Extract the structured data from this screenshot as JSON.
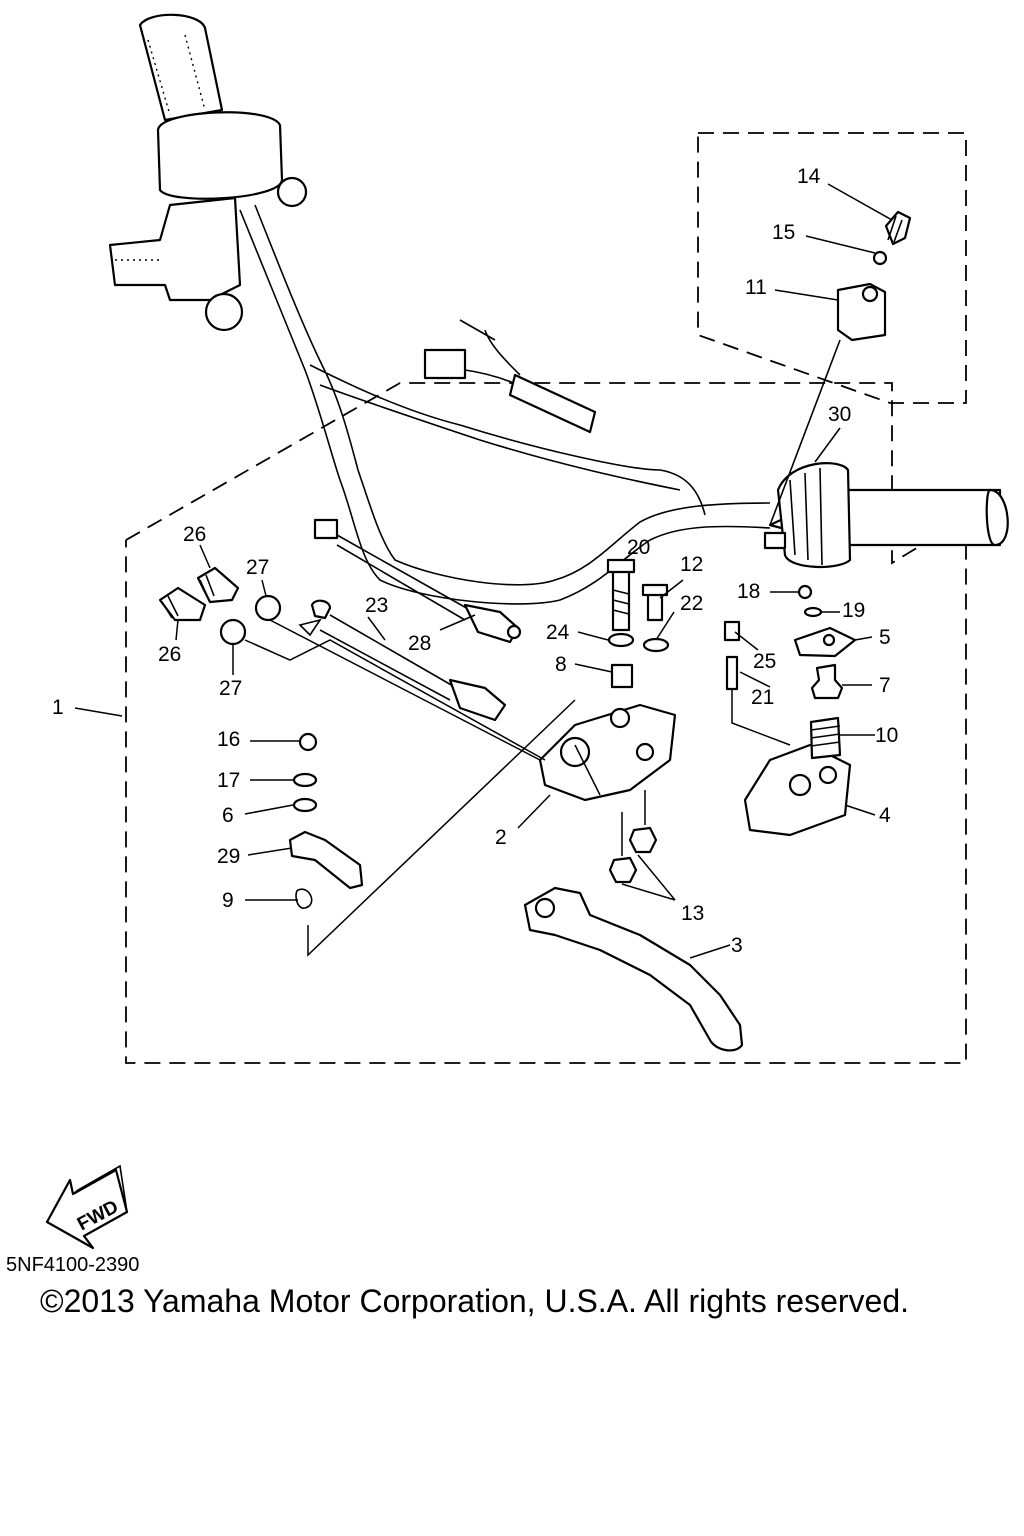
{
  "parts": {
    "p1": "1",
    "p2": "2",
    "p3": "3",
    "p4": "4",
    "p5": "5",
    "p6": "6",
    "p7": "7",
    "p8": "8",
    "p9": "9",
    "p10": "10",
    "p11": "11",
    "p12": "12",
    "p13": "13",
    "p14": "14",
    "p15": "15",
    "p16": "16",
    "p17": "17",
    "p18": "18",
    "p19": "19",
    "p20": "20",
    "p21": "21",
    "p22": "22",
    "p23": "23",
    "p24": "24",
    "p25": "25",
    "p26a": "26",
    "p26b": "26",
    "p27a": "27",
    "p27b": "27",
    "p28": "28",
    "p29": "29",
    "p30": "30"
  },
  "fwd_label": "FWD",
  "drawing_code": "5NF4100-2390",
  "copyright": "©2013 Yamaha Motor Corporation, U.S.A. All rights reserved."
}
